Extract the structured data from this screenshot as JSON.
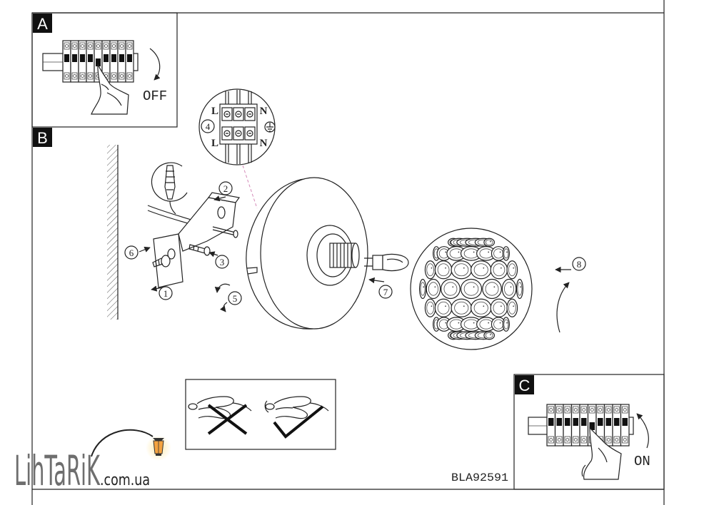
{
  "panels": {
    "a": {
      "label": "A",
      "status": "OFF"
    },
    "b": {
      "label": "B"
    },
    "c": {
      "label": "C",
      "status": "ON"
    }
  },
  "wiring": {
    "top_left": "L",
    "top_right": "N",
    "bottom_left": "L",
    "bottom_right": "N",
    "earth_icon": "earth-ground-icon"
  },
  "steps": [
    "1",
    "2",
    "3",
    "4",
    "5",
    "6",
    "7",
    "8"
  ],
  "model_code": "BLA92591",
  "logo": {
    "name": "LihTaRiK",
    "domain": ".com.ua"
  },
  "colors": {
    "line": "#222222",
    "lantern": "#f4a340",
    "logo_gray": "#6e6e6e"
  }
}
